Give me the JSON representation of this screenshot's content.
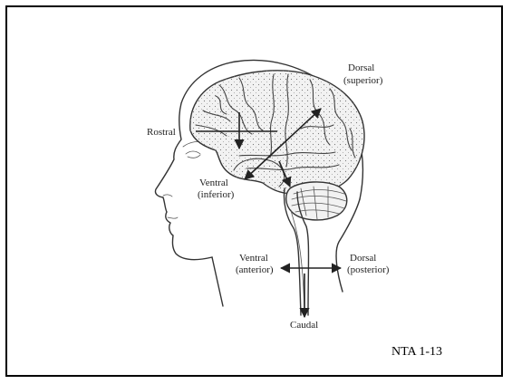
{
  "labels": {
    "dorsal_superior_1": "Dorsal",
    "dorsal_superior_2": "(superior)",
    "rostral": "Rostral",
    "ventral_inferior_1": "Ventral",
    "ventral_inferior_2": "(inferior)",
    "ventral_anterior_1": "Ventral",
    "ventral_anterior_2": "(anterior)",
    "dorsal_posterior_1": "Dorsal",
    "dorsal_posterior_2": "(posterior)",
    "caudal": "Caudal"
  },
  "reference": "NTA 1-13"
}
